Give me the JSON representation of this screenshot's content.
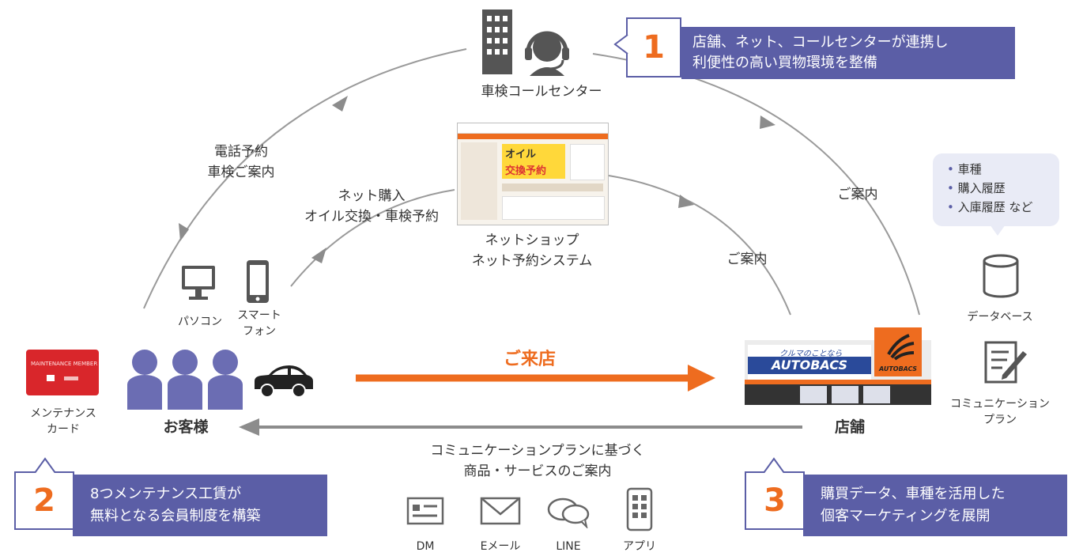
{
  "center": {
    "label": "車検コールセンター"
  },
  "netshop": {
    "label_line1": "ネットショップ",
    "label_line2": "ネット予約システム",
    "screen_banner_1": "オイル",
    "screen_banner_2": "交換予約"
  },
  "edges": {
    "phone_line1": "電話予約",
    "phone_line2": "車検ご案内",
    "net_line1": "ネット購入",
    "net_line2": "オイル交換・車検予約",
    "guide_outer": "ご案内",
    "guide_inner": "ご案内",
    "visit": "ご来店",
    "comm_line1": "コミュニケーションプランに基づく",
    "comm_line2": "商品・サービスのご案内"
  },
  "devices": {
    "pc": "パソコン",
    "phone_line1": "スマート",
    "phone_line2": "フォン"
  },
  "customer": {
    "label": "お客様"
  },
  "card": {
    "label_line1": "メンテナンス",
    "label_line2": "カード",
    "card_text": "MAINTENANCE MEMBER"
  },
  "store": {
    "label": "店舗",
    "sign_small": "クルマのことなら",
    "sign_brand": "AUTOBACS",
    "logo_text": "AUTOBACS"
  },
  "database": {
    "label": "データベース",
    "bubble_items": [
      "車種",
      "購入履歴",
      "入庫履歴 など"
    ]
  },
  "plan": {
    "label_line1": "コミュニケーション",
    "label_line2": "プラン"
  },
  "channels": [
    {
      "label": "DM",
      "icon": "dm-card-icon"
    },
    {
      "label": "Eメール",
      "icon": "envelope-icon"
    },
    {
      "label": "LINE",
      "icon": "chat-bubbles-icon"
    },
    {
      "label": "アプリ",
      "icon": "app-phone-icon"
    }
  ],
  "callouts": [
    {
      "number": "1",
      "line1": "店舗、ネット、コールセンターが連携し",
      "line2": "利便性の高い買物環境を整備"
    },
    {
      "number": "2",
      "line1": "8つメンテナンス工賃が",
      "line2": "無料となる会員制度を構築"
    },
    {
      "number": "3",
      "line1": "購買データ、車種を活用した",
      "line2": "個客マーケティングを展開"
    }
  ],
  "colors": {
    "accent_orange": "#ee6c1f",
    "callout_purple": "#5b5ea6",
    "person_purple": "#6b6db3",
    "arc_gray": "#8c8c8c"
  }
}
